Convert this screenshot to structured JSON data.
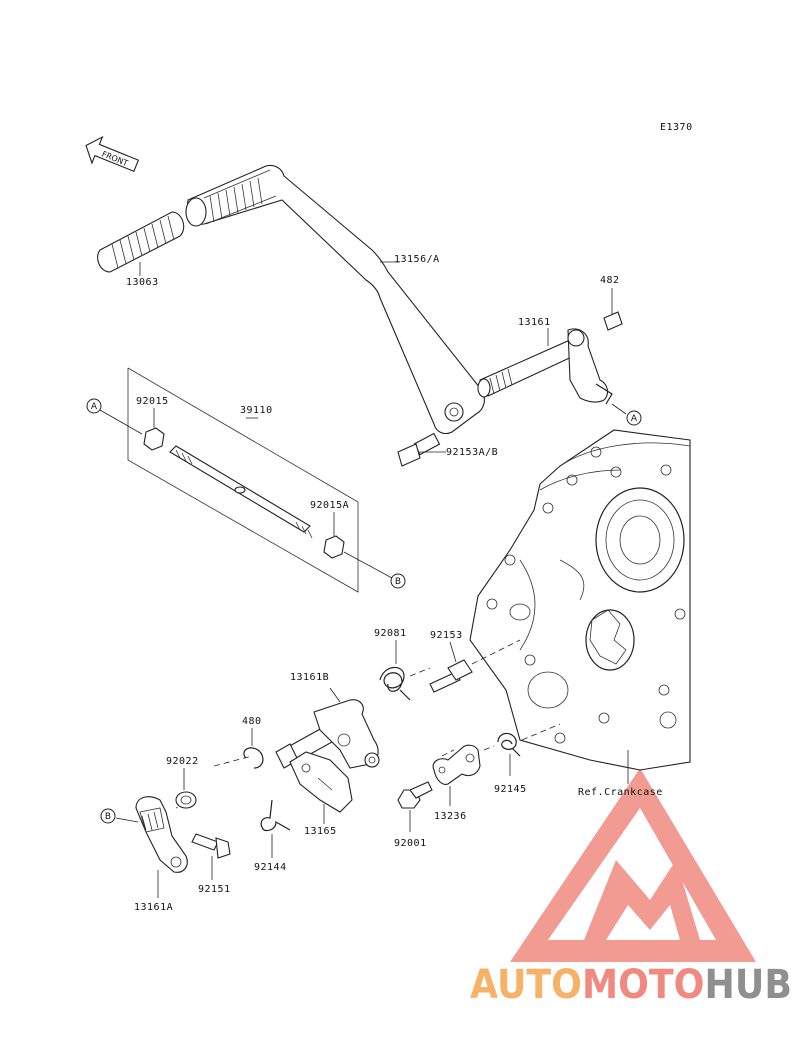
{
  "diagram_code": "E1370",
  "front_label": "FRONT",
  "ref_label": "Ref.Crankcase",
  "parts": {
    "p13063": "13063",
    "p13156A": "13156/A",
    "p482": "482",
    "p13161": "13161",
    "p92015": "92015",
    "p39110": "39110",
    "p92153AB": "92153A/B",
    "p92015A": "92015A",
    "p92081": "92081",
    "p92153": "92153",
    "p13161B": "13161B",
    "p480": "480",
    "p92022": "92022",
    "p92145": "92145",
    "p13236": "13236",
    "p13165": "13165",
    "p92144": "92144",
    "p92001": "92001",
    "p92151": "92151",
    "p13161A": "13161A"
  },
  "refs": {
    "a": "A",
    "b": "B"
  },
  "watermark": {
    "word_a": "AUTO",
    "word_b": "MOTO",
    "word_c": "HUB",
    "color_a": "#f7b267",
    "color_b": "#f08a80",
    "color_c": "#8f8f8f",
    "logo_color": "#f08a80"
  }
}
